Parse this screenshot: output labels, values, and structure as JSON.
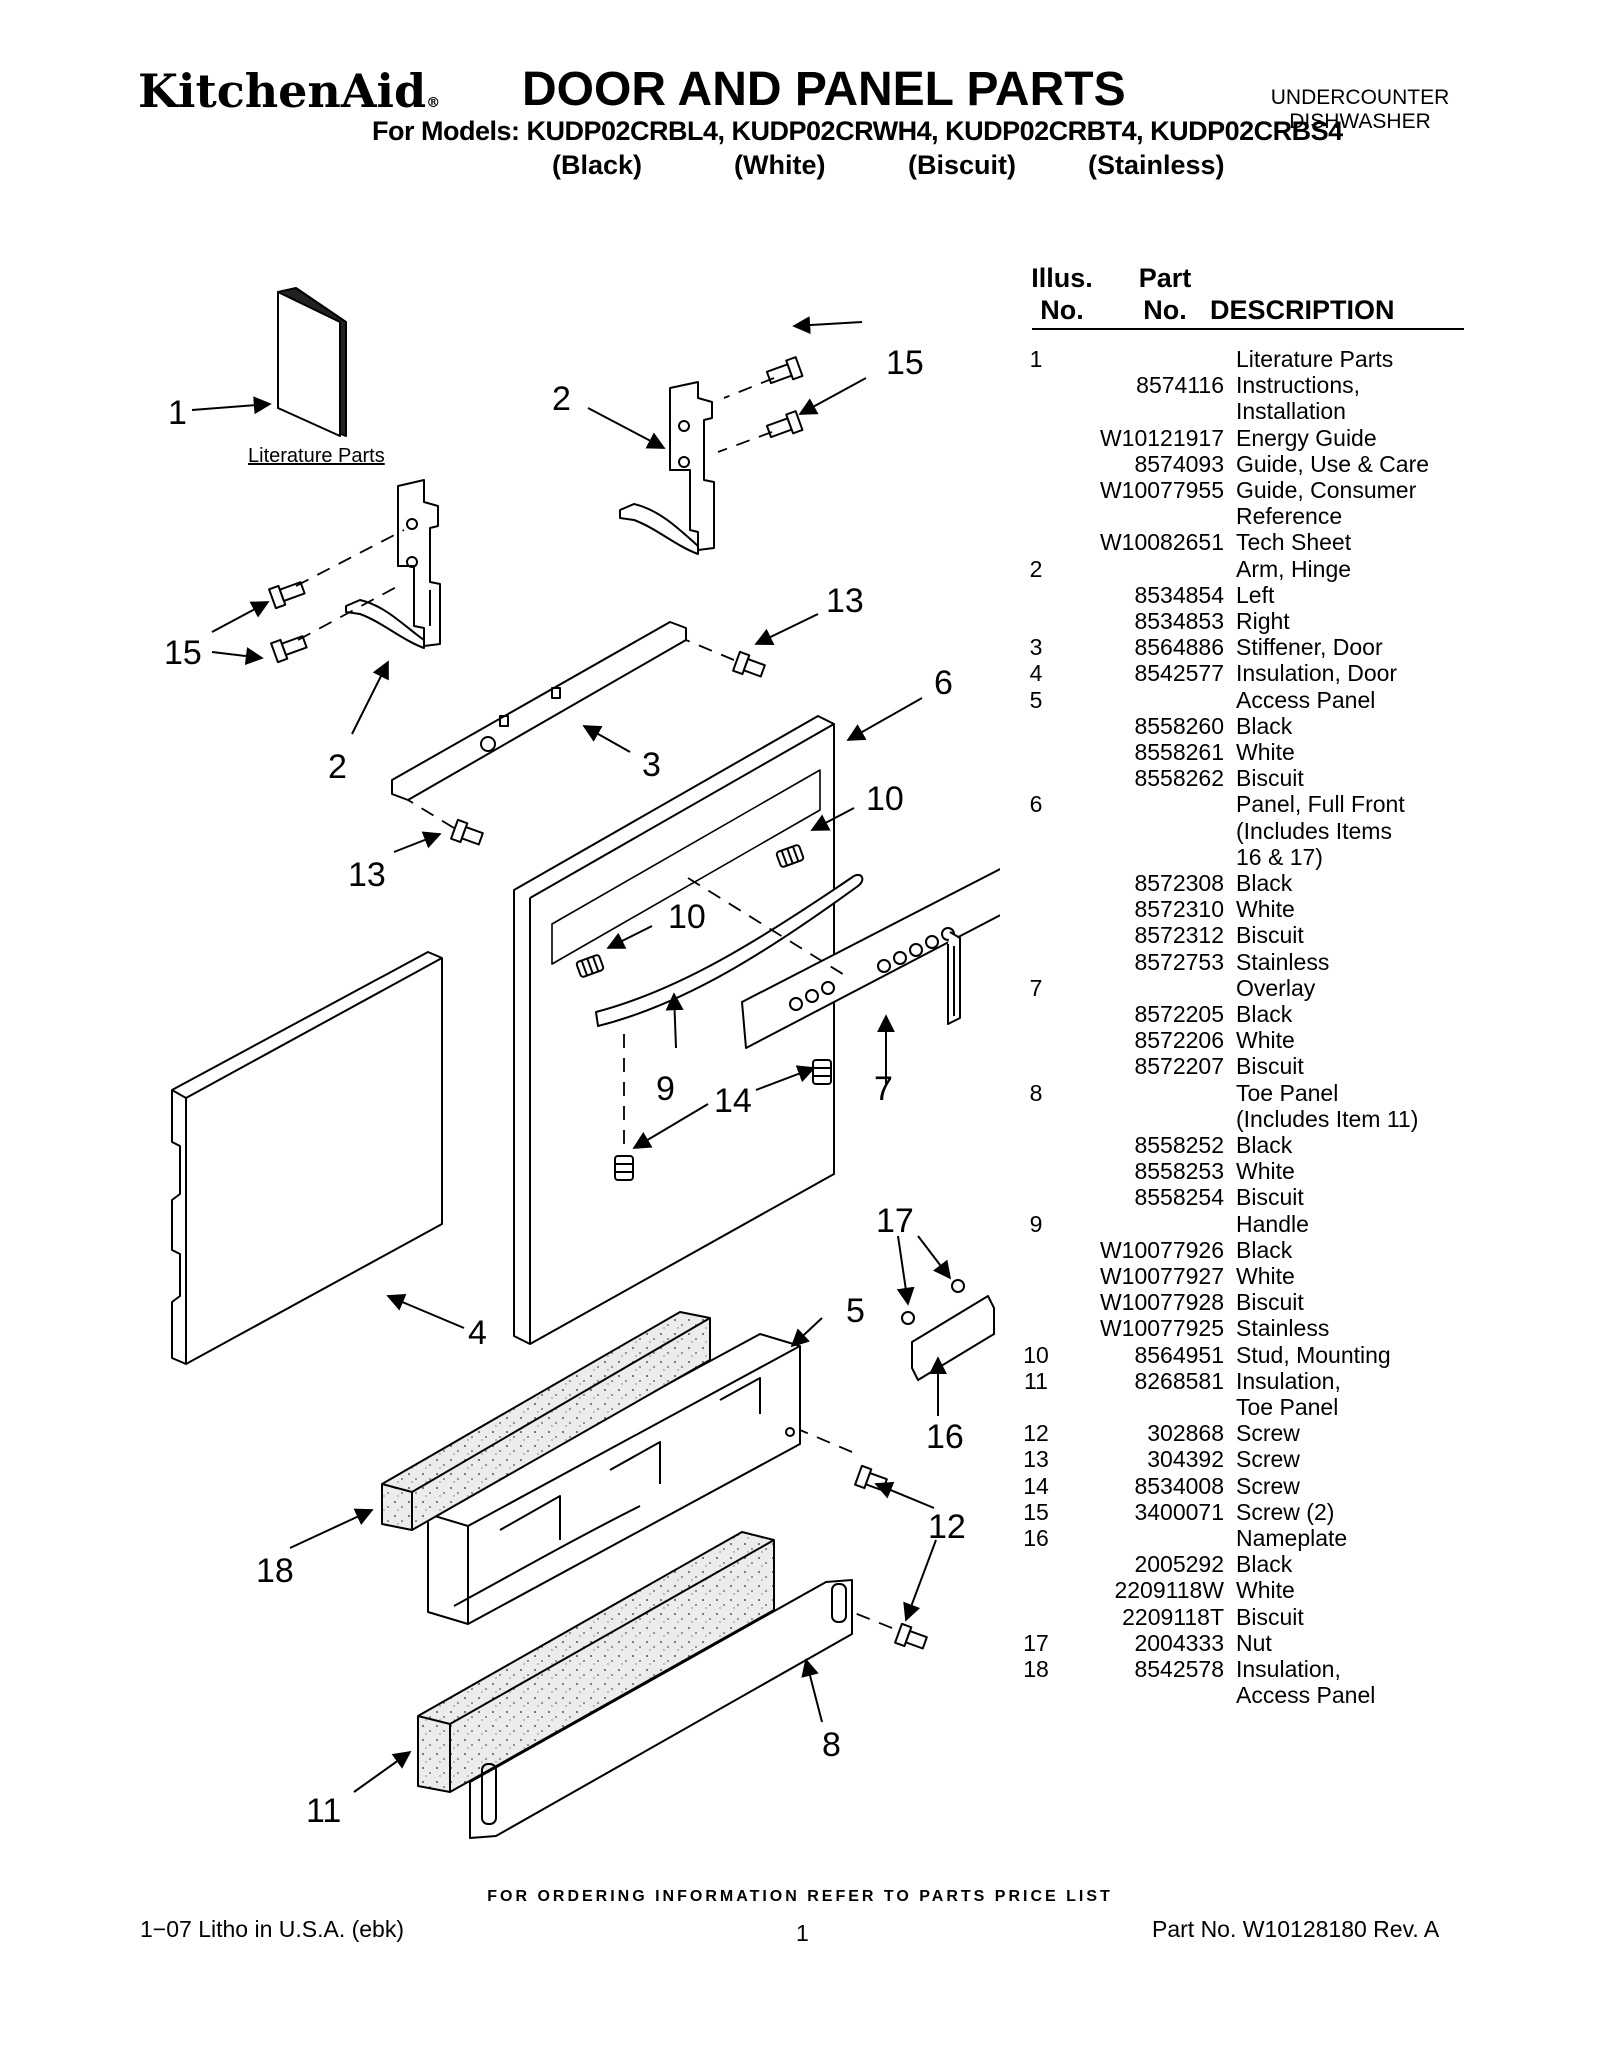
{
  "header": {
    "brand": "KitchenAid",
    "brand_mark": "®",
    "title": "DOOR AND PANEL PARTS",
    "category_line1": "UNDERCOUNTER",
    "category_line2": "DISHWASHER",
    "models_line": "For Models: KUDP02CRBL4, KUDP02CRWH4, KUDP02CRBT4, KUDP02CRBS4",
    "colors": [
      "(Black)",
      "(White)",
      "(Biscuit)",
      "(Stainless)"
    ]
  },
  "diagram": {
    "literature_label": "Literature Parts",
    "callouts": [
      "1",
      "2",
      "15",
      "15",
      "2",
      "13",
      "6",
      "3",
      "13",
      "10",
      "10",
      "9",
      "14",
      "7",
      "4",
      "17",
      "5",
      "16",
      "12",
      "18",
      "8",
      "11"
    ]
  },
  "parts_table": {
    "headers": {
      "illus_line1": "Illus.",
      "illus_line2": "No.",
      "part_line1": "Part",
      "part_line2": "No.",
      "description": "DESCRIPTION"
    },
    "rows": [
      {
        "illus": "1",
        "part": "",
        "desc": "Literature Parts"
      },
      {
        "illus": "",
        "part": "8574116",
        "desc": "Instructions,"
      },
      {
        "illus": "",
        "part": "",
        "desc": "Installation"
      },
      {
        "illus": "",
        "part": "W10121917",
        "desc": "Energy Guide"
      },
      {
        "illus": "",
        "part": "8574093",
        "desc": "Guide, Use & Care"
      },
      {
        "illus": "",
        "part": "W10077955",
        "desc": "Guide, Consumer"
      },
      {
        "illus": "",
        "part": "",
        "desc": "Reference"
      },
      {
        "illus": "",
        "part": "W10082651",
        "desc": "Tech Sheet"
      },
      {
        "illus": "2",
        "part": "",
        "desc": "Arm, Hinge"
      },
      {
        "illus": "",
        "part": "8534854",
        "desc": "Left"
      },
      {
        "illus": "",
        "part": "8534853",
        "desc": "Right"
      },
      {
        "illus": "3",
        "part": "8564886",
        "desc": "Stiffener, Door"
      },
      {
        "illus": "4",
        "part": "8542577",
        "desc": "Insulation, Door"
      },
      {
        "illus": "5",
        "part": "",
        "desc": "Access Panel"
      },
      {
        "illus": "",
        "part": "8558260",
        "desc": "Black"
      },
      {
        "illus": "",
        "part": "8558261",
        "desc": "White"
      },
      {
        "illus": "",
        "part": "8558262",
        "desc": "Biscuit"
      },
      {
        "illus": "6",
        "part": "",
        "desc": "Panel, Full Front"
      },
      {
        "illus": "",
        "part": "",
        "desc": "(Includes Items"
      },
      {
        "illus": "",
        "part": "",
        "desc": " 16 & 17)"
      },
      {
        "illus": "",
        "part": "8572308",
        "desc": "Black"
      },
      {
        "illus": "",
        "part": "8572310",
        "desc": "White"
      },
      {
        "illus": "",
        "part": "8572312",
        "desc": "Biscuit"
      },
      {
        "illus": "",
        "part": "8572753",
        "desc": "Stainless"
      },
      {
        "illus": "7",
        "part": "",
        "desc": "Overlay"
      },
      {
        "illus": "",
        "part": "8572205",
        "desc": "Black"
      },
      {
        "illus": "",
        "part": "8572206",
        "desc": "White"
      },
      {
        "illus": "",
        "part": "8572207",
        "desc": "Biscuit"
      },
      {
        "illus": "8",
        "part": "",
        "desc": "Toe Panel"
      },
      {
        "illus": "",
        "part": "",
        "desc": "(Includes Item 11)"
      },
      {
        "illus": "",
        "part": "8558252",
        "desc": "Black"
      },
      {
        "illus": "",
        "part": "8558253",
        "desc": "White"
      },
      {
        "illus": "",
        "part": "8558254",
        "desc": "Biscuit"
      },
      {
        "illus": "9",
        "part": "",
        "desc": "Handle"
      },
      {
        "illus": "",
        "part": "W10077926",
        "desc": "Black"
      },
      {
        "illus": "",
        "part": "W10077927",
        "desc": "White"
      },
      {
        "illus": "",
        "part": "W10077928",
        "desc": "Biscuit"
      },
      {
        "illus": "",
        "part": "W10077925",
        "desc": "Stainless"
      },
      {
        "illus": "10",
        "part": "8564951",
        "desc": "Stud, Mounting"
      },
      {
        "illus": "11",
        "part": "8268581",
        "desc": "Insulation,"
      },
      {
        "illus": "",
        "part": "",
        "desc": "Toe Panel"
      },
      {
        "illus": "12",
        "part": "302868",
        "desc": "Screw"
      },
      {
        "illus": "13",
        "part": "304392",
        "desc": "Screw"
      },
      {
        "illus": "14",
        "part": "8534008",
        "desc": "Screw"
      },
      {
        "illus": "15",
        "part": "3400071",
        "desc": "Screw (2)"
      },
      {
        "illus": "16",
        "part": "",
        "desc": "Nameplate"
      },
      {
        "illus": "",
        "part": "2005292",
        "desc": "Black"
      },
      {
        "illus": "",
        "part": "2209118W",
        "desc": "White"
      },
      {
        "illus": "",
        "part": "2209118T",
        "desc": "Biscuit"
      },
      {
        "illus": "17",
        "part": "2004333",
        "desc": "Nut"
      },
      {
        "illus": "18",
        "part": "8542578",
        "desc": "Insulation,"
      },
      {
        "illus": "",
        "part": "",
        "desc": "Access Panel"
      }
    ]
  },
  "footer": {
    "ordering": "FOR ORDERING INFORMATION REFER TO PARTS PRICE LIST",
    "litho": "1−07 Litho in U.S.A. (ebk)",
    "page": "1",
    "part_no": "Part No. W10128180 Rev. A"
  }
}
